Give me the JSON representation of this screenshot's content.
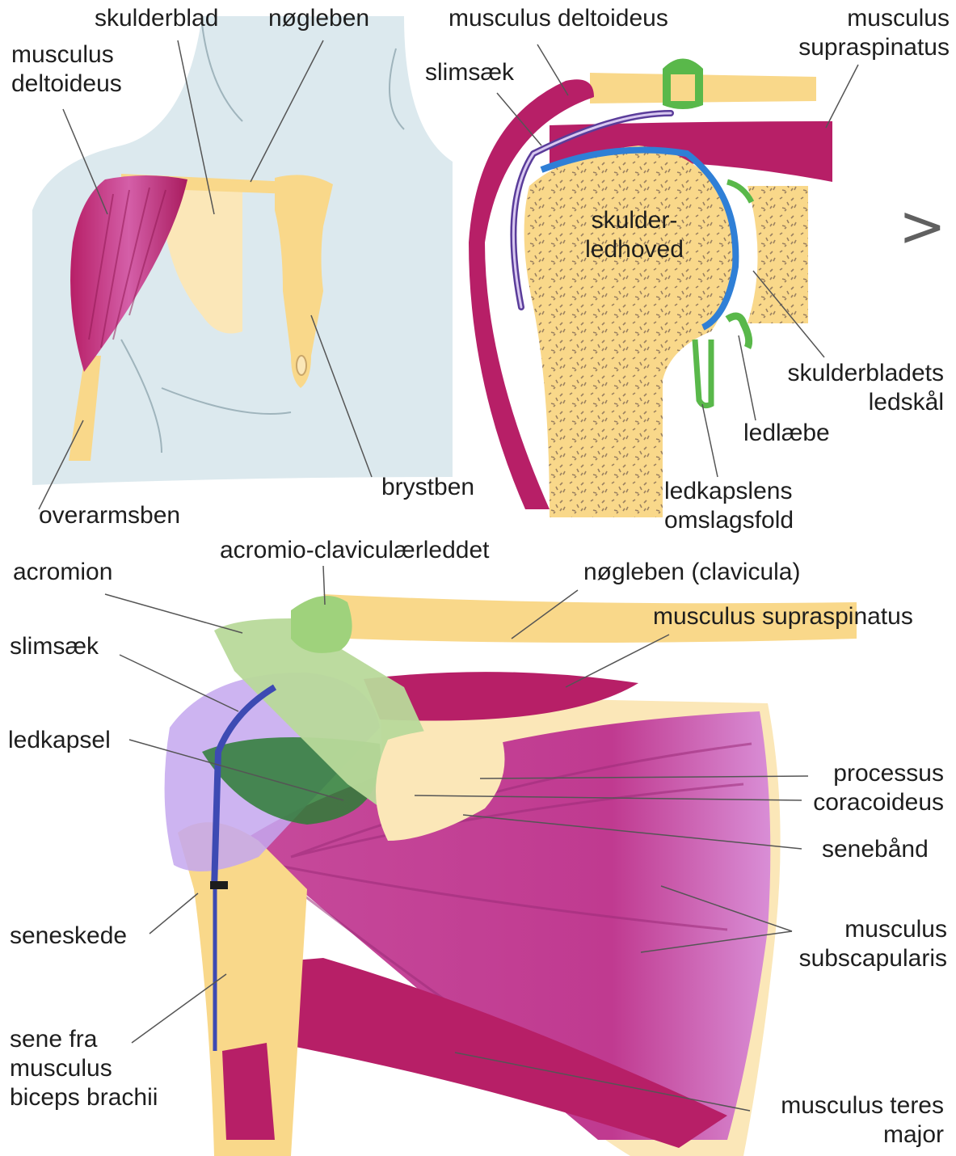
{
  "colors": {
    "bone": "#f9d88a",
    "bone_light": "#fbe7b8",
    "muscle": "#b71f67",
    "muscle_light": "#e68ccf",
    "cartilage_green": "#59b84a",
    "capsule_dark_green": "#2d7d35",
    "bursa_purple": "#5a3c9a",
    "cartilage_blue": "#2f7fd6",
    "body_background": "#dce9ee",
    "capsule_lavender": "#c4a7ee"
  },
  "nav": {
    "next_icon": "chevron-right-icon",
    "next_glyph": ">"
  },
  "panel_top_left": {
    "labels": {
      "deltoid": "musculus\ndeltoideus",
      "scapula": "skulderblad",
      "clavicle": "nøgleben",
      "humerus": "overarmsben",
      "sternum": "brystben"
    }
  },
  "panel_top_right": {
    "labels": {
      "deltoid": "musculus deltoideus",
      "supraspinatus": "musculus\nsupraspinatus",
      "bursa": "slimsæk",
      "humeral_head": "skulder-\nledhoved",
      "glenoid": "skulderbladets\nledskål",
      "labrum": "ledlæbe",
      "capsule_fold": "ledkapslens\nomslagsfold"
    }
  },
  "panel_bottom": {
    "labels": {
      "acromion": "acromion",
      "ac_joint": "acromio-claviculærleddet",
      "clavicle": "nøgleben (clavicula)",
      "supraspinatus": "musculus supraspinatus",
      "bursa": "slimsæk",
      "capsule": "ledkapsel",
      "coracoid": "processus\ncoracoideus",
      "ligament": "senebånd",
      "tendon_sheath": "seneskede",
      "subscapularis": "musculus\nsubscapularis",
      "biceps_tendon": "sene fra\nmusculus\nbiceps brachii",
      "teres_major": "musculus teres\nmajor"
    }
  }
}
